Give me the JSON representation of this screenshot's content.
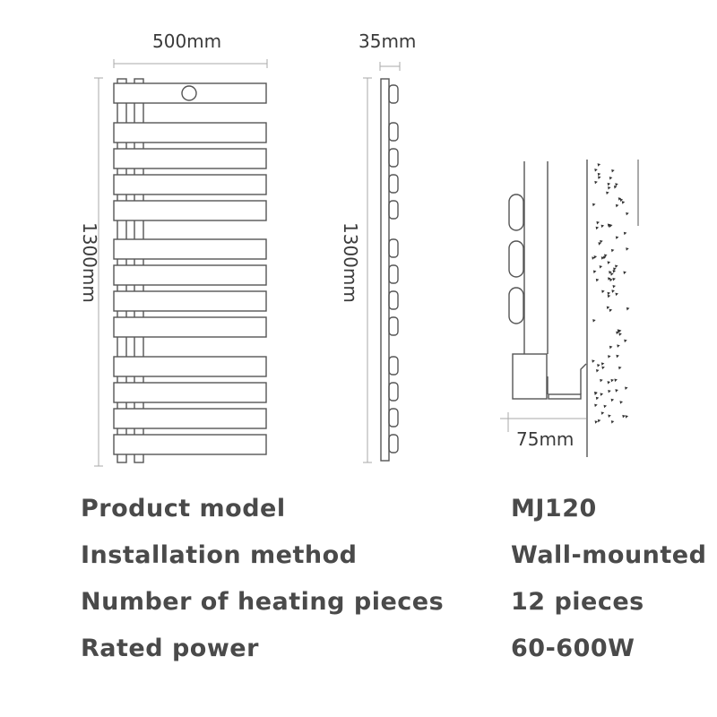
{
  "dimensions": {
    "width": "500mm",
    "height_front": "1300mm",
    "depth": "35mm",
    "height_side": "1300mm",
    "wall_offset": "75mm"
  },
  "specs": [
    {
      "label": "Product model",
      "value": "MJ120"
    },
    {
      "label": "Installation method",
      "value": "Wall-mounted"
    },
    {
      "label": "Number of heating pieces",
      "value": "12 pieces"
    },
    {
      "label": "Rated power",
      "value": "60-600W"
    }
  ],
  "colors": {
    "line": "#555555",
    "text": "#4a4a4a"
  }
}
